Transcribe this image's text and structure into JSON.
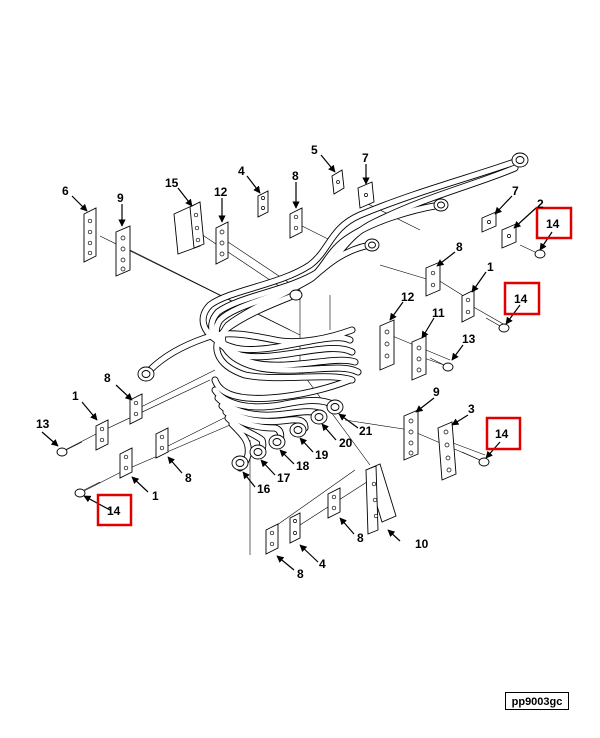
{
  "figure_id": "pp9003gc",
  "highlight_color": "#e00000",
  "callouts": {
    "c1a": "1",
    "c1b": "1",
    "c1c": "1",
    "c1d": "1",
    "c2": "2",
    "c3": "3",
    "c4a": "4",
    "c4b": "4",
    "c5": "5",
    "c6": "6",
    "c7a": "7",
    "c7b": "7",
    "c8a": "8",
    "c8b": "8",
    "c8c": "8",
    "c8d": "8",
    "c8e": "8",
    "c8f": "8",
    "c9a": "9",
    "c9b": "9",
    "c10": "10",
    "c11": "11",
    "c12a": "12",
    "c12b": "12",
    "c13a": "13",
    "c13b": "13",
    "c14a": "14",
    "c14b": "14",
    "c14c": "14",
    "c14d": "14",
    "c15": "15",
    "c16": "16",
    "c17": "17",
    "c18": "18",
    "c19": "19",
    "c20": "20",
    "c21": "21"
  }
}
